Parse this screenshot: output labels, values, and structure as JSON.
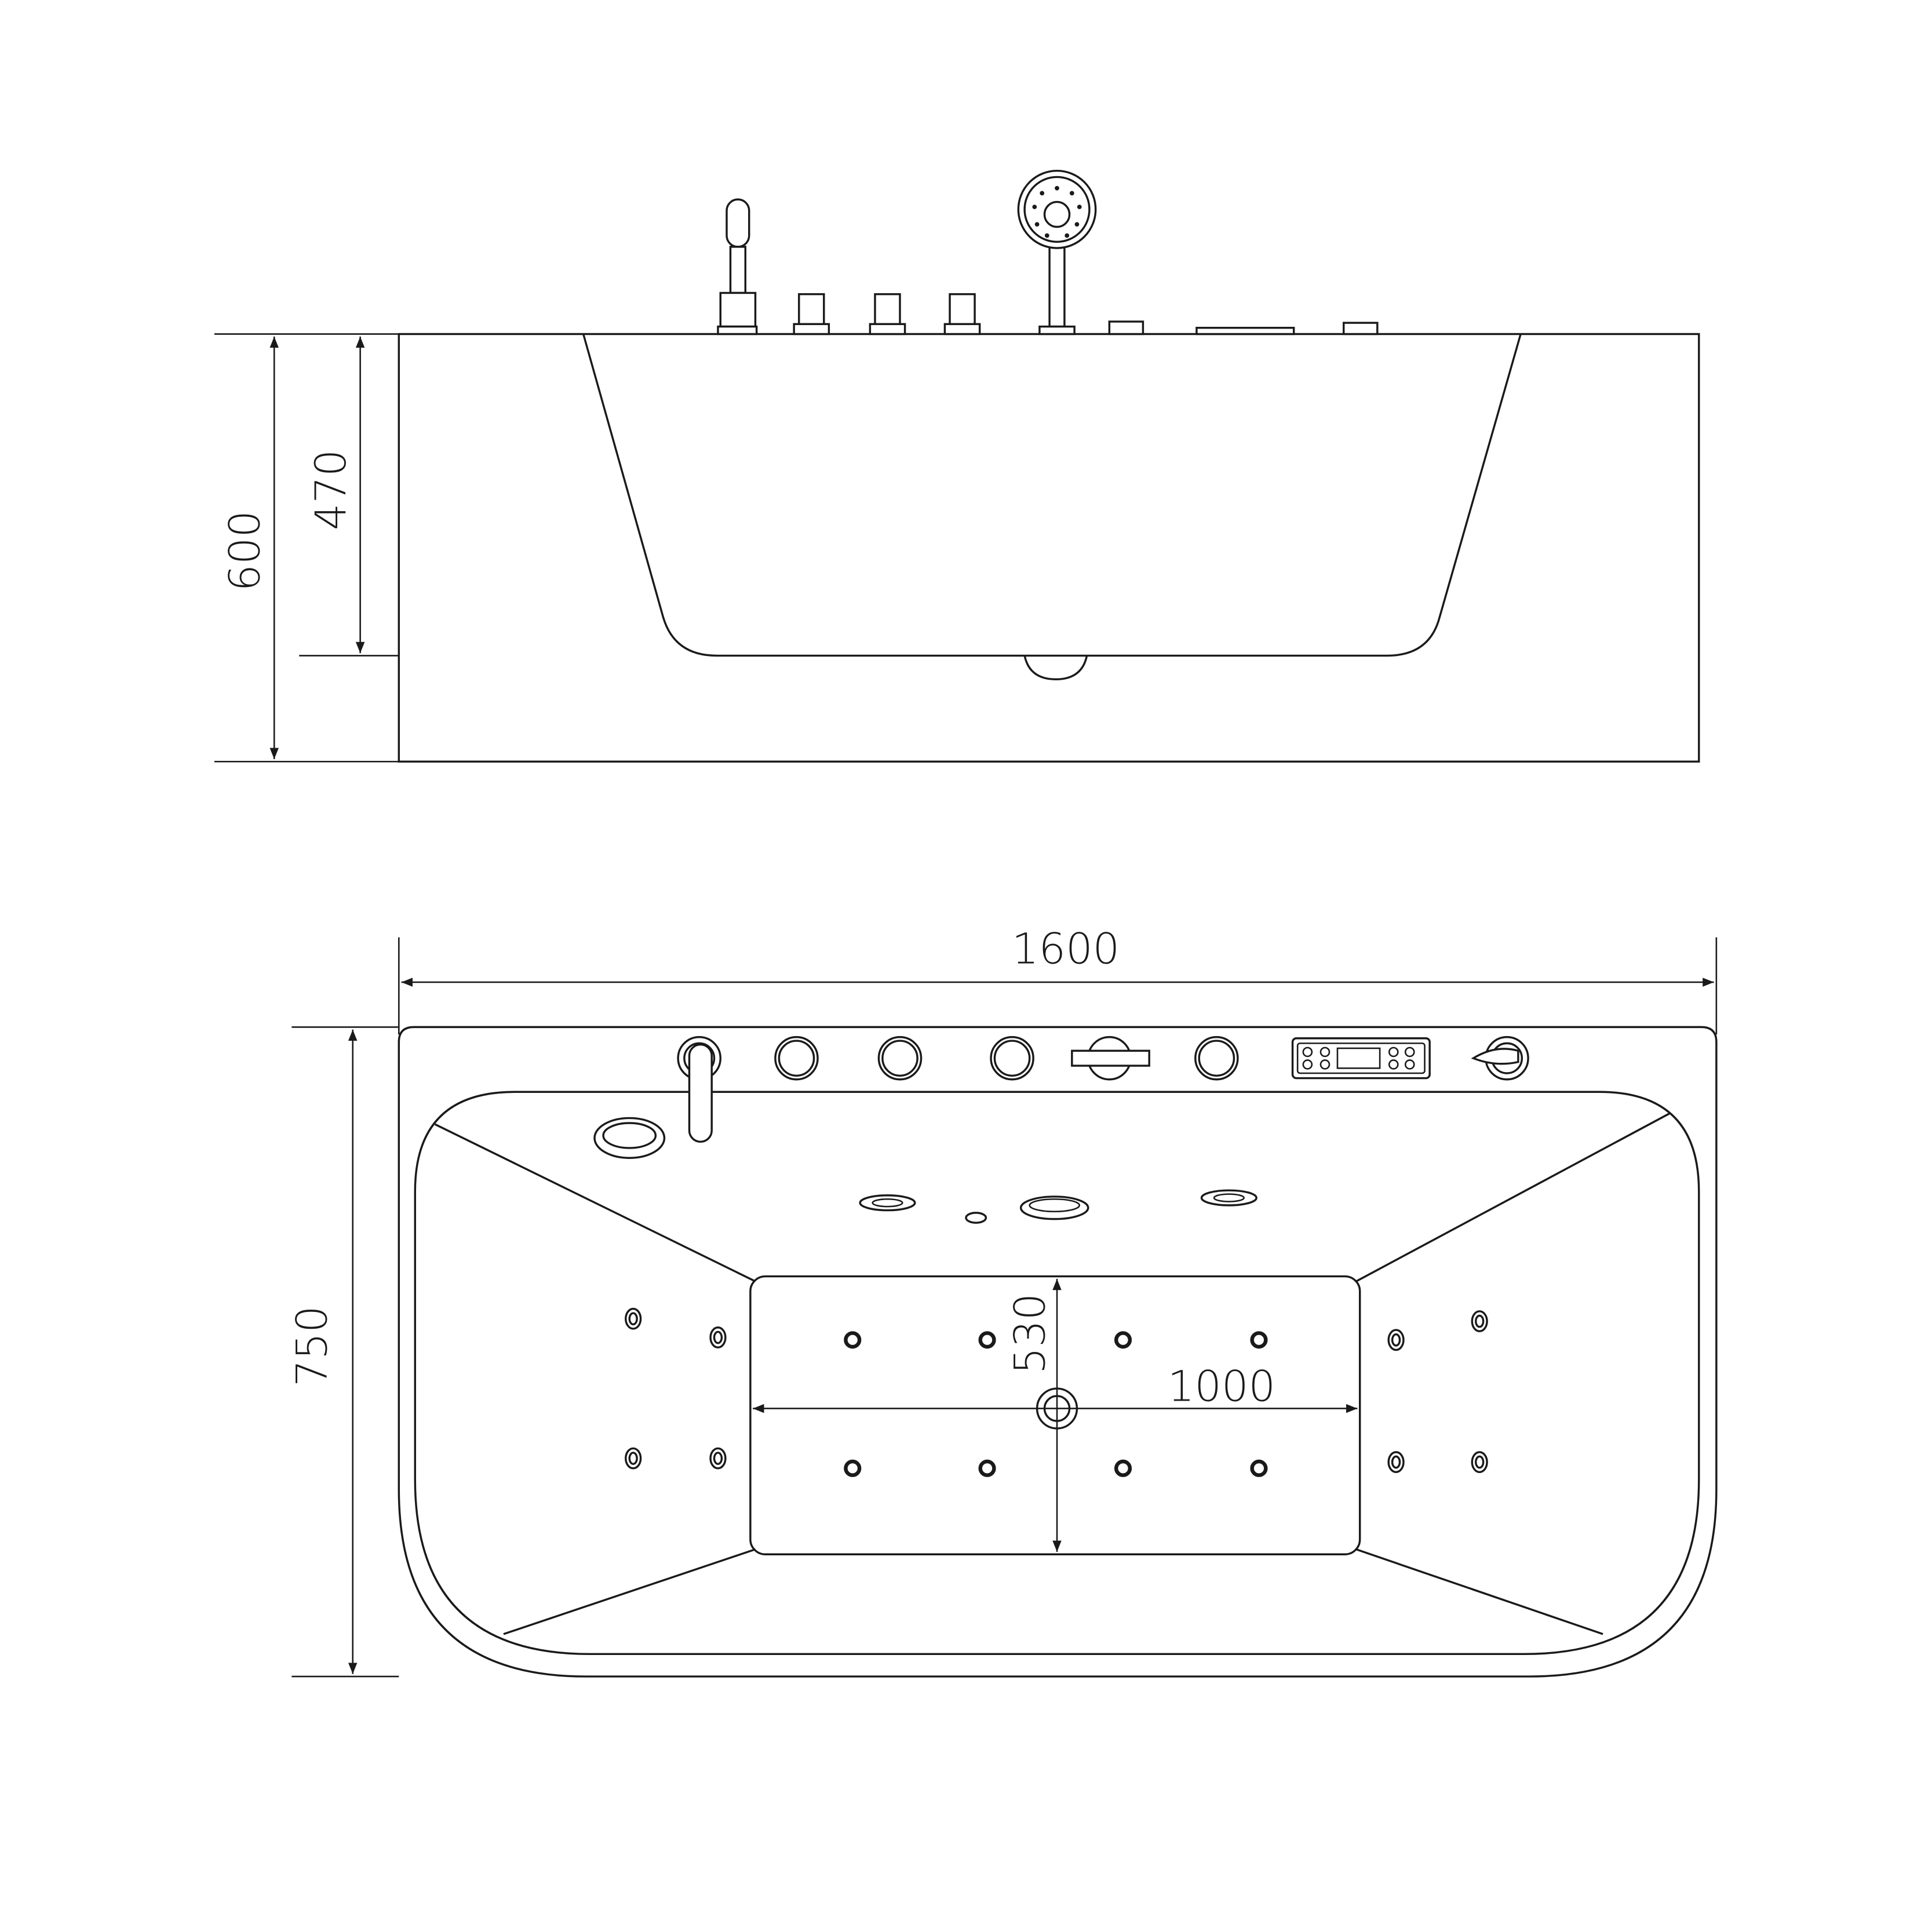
{
  "title": "Whirlpool bathtub dimension drawing",
  "colors": {
    "line": "#1a1a1a",
    "background": "#ffffff"
  },
  "side_view": {
    "dimensions": {
      "total_height": "600",
      "basin_depth": "470"
    }
  },
  "top_view": {
    "dimensions": {
      "length": "1600",
      "width": "750",
      "floor_width": "530",
      "floor_length": "1000"
    }
  }
}
